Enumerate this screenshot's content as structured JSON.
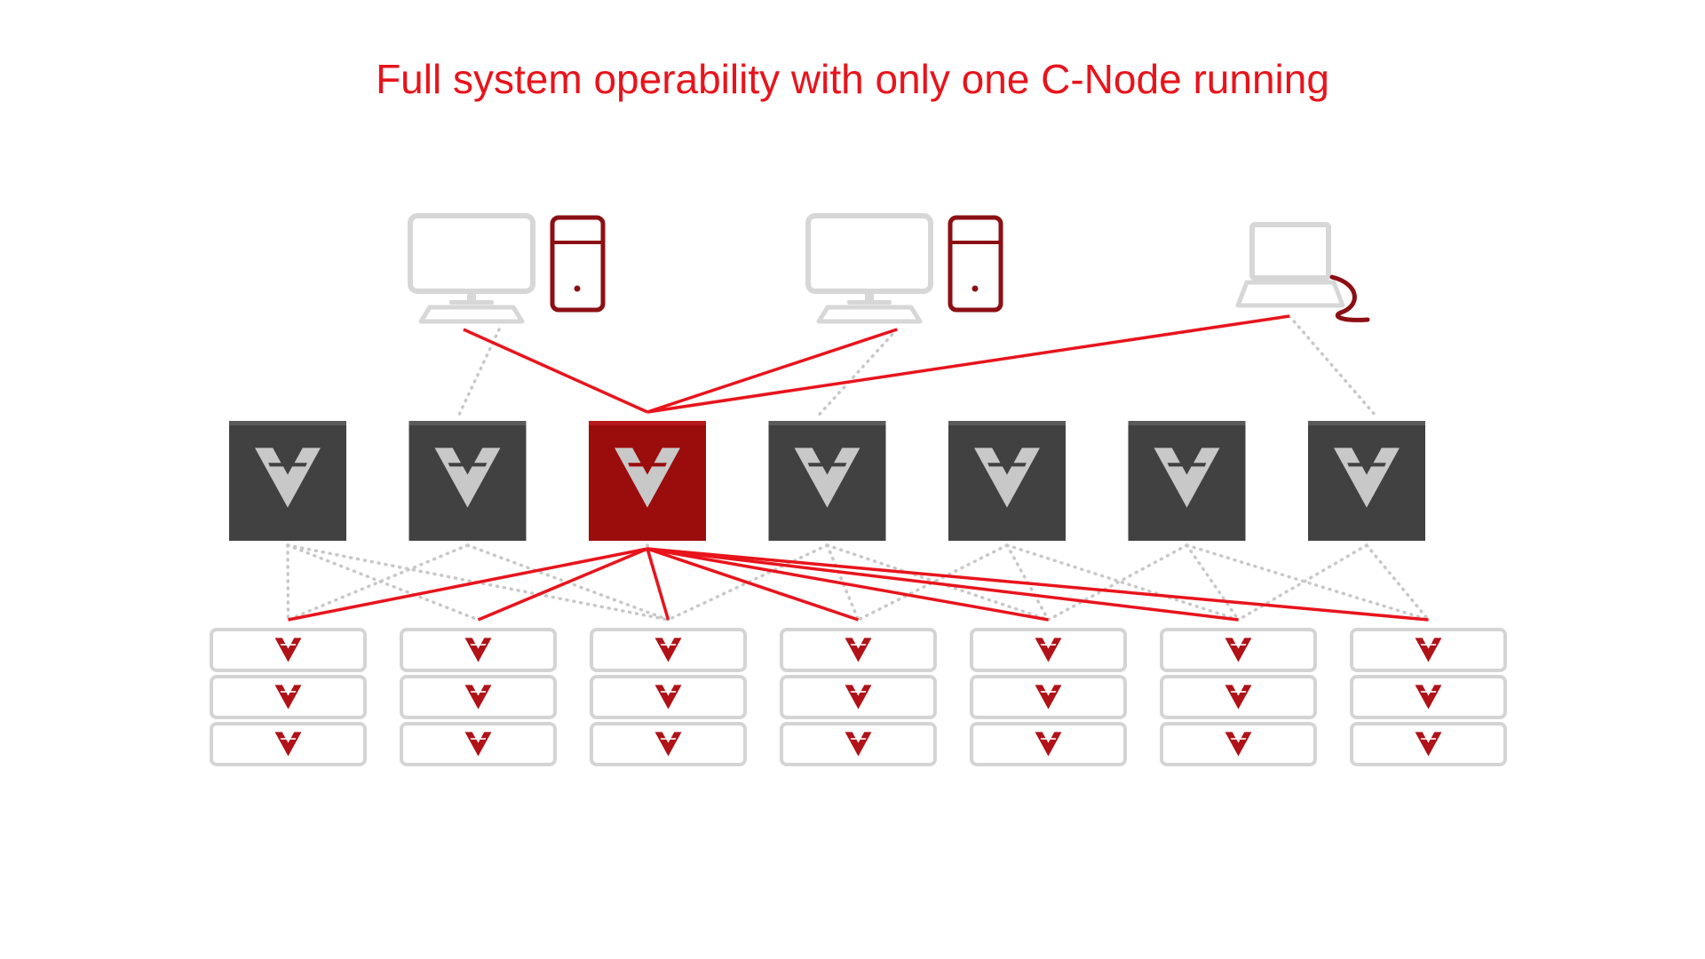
{
  "slide": {
    "title": "Full system operability with only one C-Node running"
  },
  "colors": {
    "accent": "#e8141c",
    "active_node": "#9b0c0c",
    "inactive_node": "#414141",
    "node_top": "#5a5a5a",
    "node_glyph": "#c8c8c8",
    "clients": "#d7d7d7",
    "server": "#8c0f14",
    "idle_link": "#c8c8c8",
    "dbox_border": "#d4d4d4",
    "dbox_glyph": "#b01218"
  },
  "clients": [
    {
      "type": "desktop",
      "with_server": true
    },
    {
      "type": "desktop",
      "with_server": true
    },
    {
      "type": "laptop",
      "with_server": false
    }
  ],
  "cnodes": {
    "count": 7,
    "active_index": 2
  },
  "dboxes": {
    "columns": 7,
    "rows": 3
  },
  "links": {
    "client_idle_targets": [
      1,
      3,
      6
    ],
    "dbox_idle": [
      [
        0,
        0
      ],
      [
        0,
        1
      ],
      [
        0,
        2
      ],
      [
        1,
        0
      ],
      [
        1,
        2
      ],
      [
        2,
        2
      ],
      [
        3,
        2
      ],
      [
        3,
        3
      ],
      [
        3,
        4
      ],
      [
        4,
        3
      ],
      [
        4,
        4
      ],
      [
        4,
        5
      ],
      [
        5,
        4
      ],
      [
        5,
        5
      ],
      [
        5,
        6
      ],
      [
        6,
        5
      ],
      [
        6,
        6
      ]
    ]
  }
}
